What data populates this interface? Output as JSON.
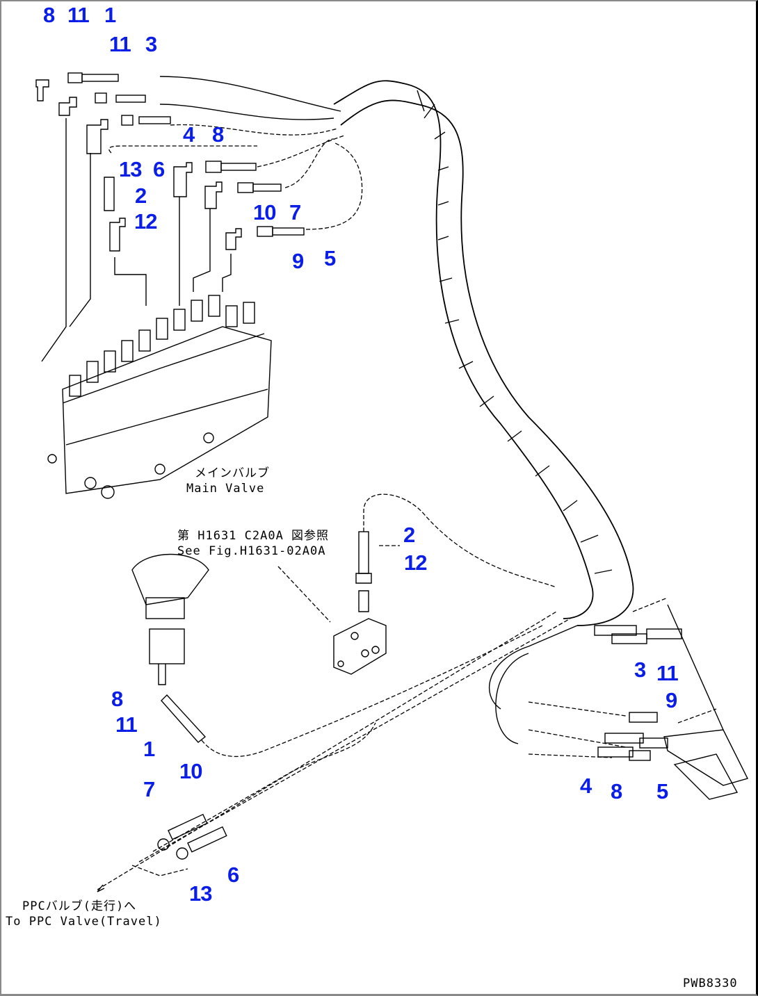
{
  "drawing": {
    "drawing_code": "PWB8330",
    "annotations": {
      "main_valve": {
        "jp": "メインバルブ",
        "en": "Main Valve"
      },
      "see_fig": {
        "jp": "第 H1631 C2A0A 図参照",
        "en": "See Fig.H1631-02A0A"
      },
      "to_ppc_valve": {
        "jp": "PPCバルブ(走行)へ",
        "en": "To PPC Valve(Travel)"
      }
    },
    "callouts": {
      "top_left": [
        "8",
        "11",
        "1",
        "11",
        "3",
        "13",
        "6",
        "4",
        "8",
        "2",
        "12",
        "10",
        "7",
        "9",
        "5"
      ],
      "center": [
        "2",
        "12"
      ],
      "bottom_left": [
        "8",
        "11",
        "1",
        "10",
        "7",
        "13",
        "6"
      ],
      "right": [
        "3",
        "11",
        "9",
        "4",
        "8",
        "5"
      ]
    },
    "callout_color": "#0a1ee8"
  }
}
